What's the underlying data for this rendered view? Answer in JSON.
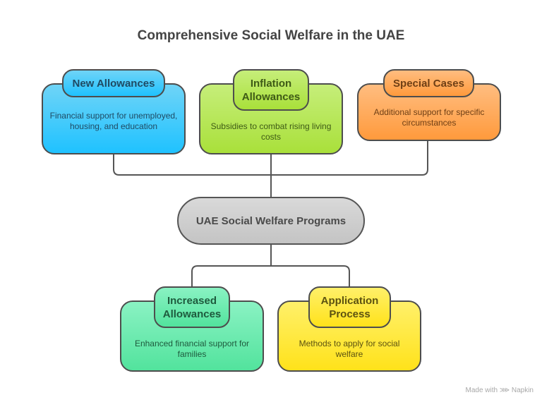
{
  "title": "Comprehensive Social Welfare in the UAE",
  "center": {
    "label": "UAE Social Welfare Programs",
    "color": "#cccccc"
  },
  "top_nodes": [
    {
      "title": "New Allowances",
      "description": "Financial support for unemployed, housing, and education",
      "color": "#1fc2ff"
    },
    {
      "title": "Inflation Allowances",
      "description": "Subsidies to combat rising living costs",
      "color": "#a9e03a"
    },
    {
      "title": "Special Cases",
      "description": "Additional support for specific circumstances",
      "color": "#ff9a3c"
    }
  ],
  "bottom_nodes": [
    {
      "title": "Increased Allowances",
      "description": "Enhanced financial support for families",
      "color": "#52e39d"
    },
    {
      "title": "Application Process",
      "description": "Methods to apply for social welfare",
      "color": "#ffe21a"
    }
  ],
  "footer": {
    "text": "Made with",
    "brand": "Napkin"
  }
}
